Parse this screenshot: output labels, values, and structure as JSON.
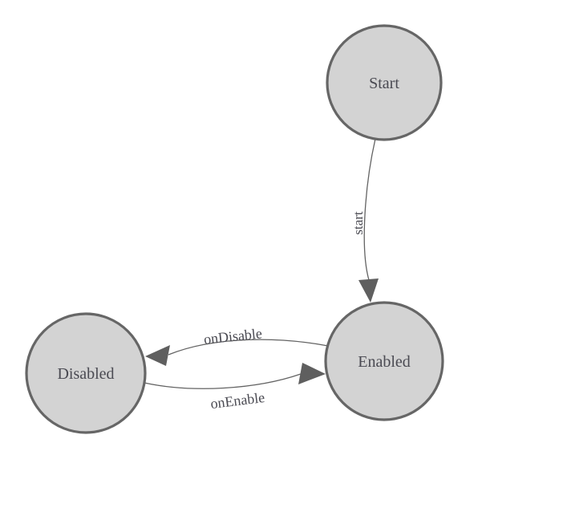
{
  "diagram": {
    "type": "state-machine",
    "nodes": [
      {
        "id": "start",
        "label": "Start"
      },
      {
        "id": "enabled",
        "label": "Enabled"
      },
      {
        "id": "disabled",
        "label": "Disabled"
      }
    ],
    "edges": [
      {
        "from": "Start",
        "to": "Enabled",
        "label": "start"
      },
      {
        "from": "Enabled",
        "to": "Disabled",
        "label": "onDisable"
      },
      {
        "from": "Disabled",
        "to": "Enabled",
        "label": "onEnable"
      }
    ]
  },
  "colors": {
    "background": "#ffffff",
    "node_fill": "#d3d3d3",
    "node_stroke": "#666666",
    "edge_stroke": "#636363",
    "arrow_fill": "#5f5f5f",
    "node_text": "#4a4a52",
    "edge_text": "#4a4a52"
  }
}
